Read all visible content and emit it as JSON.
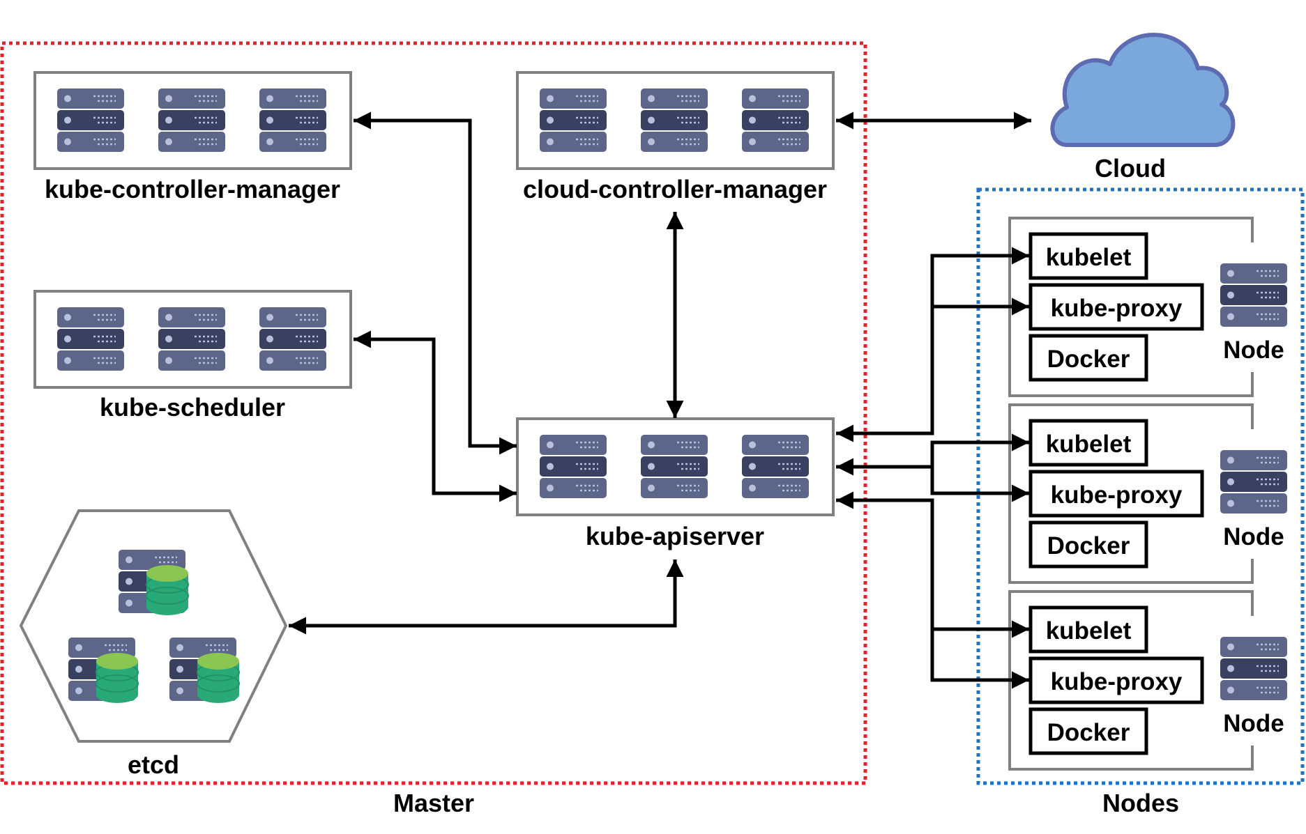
{
  "components": {
    "kube_controller_manager": "kube-controller-manager",
    "cloud_controller_manager": "cloud-controller-manager",
    "kube_scheduler": "kube-scheduler",
    "kube_apiserver": "kube-apiserver",
    "etcd": "etcd",
    "cloud": "Cloud"
  },
  "groups": {
    "master": "Master",
    "nodes": "Nodes"
  },
  "nodes": [
    {
      "label": "Node",
      "services": [
        "kubelet",
        "kube-proxy",
        "Docker"
      ]
    },
    {
      "label": "Node",
      "services": [
        "kubelet",
        "kube-proxy",
        "Docker"
      ]
    },
    {
      "label": "Node",
      "services": [
        "kubelet",
        "kube-proxy",
        "Docker"
      ]
    }
  ],
  "colors": {
    "master_border": "#e8202a",
    "nodes_border": "#1f73c4",
    "component_border": "#808080",
    "server_top": "#5d6689",
    "server_middle": "#3a4160",
    "server_bottom": "#5d6689",
    "server_detail": "#b9c0db",
    "database_top": "#8cc652",
    "database_body": "#2aa978",
    "cloud_fill": "#7aa7dc",
    "cloud_stroke": "#5d6bb1",
    "arrow": "#000000"
  },
  "icons": {
    "server": "server-rack-icon",
    "database": "database-icon",
    "cloud": "cloud-icon"
  }
}
